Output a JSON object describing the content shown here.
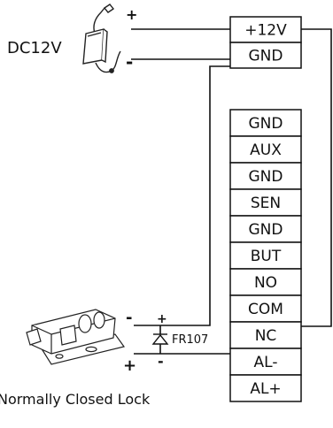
{
  "power": {
    "label": "DC12V",
    "plus": "+",
    "minus": "-"
  },
  "power_terminals": [
    "+12V",
    "GND"
  ],
  "controller_terminals": [
    "GND",
    "AUX",
    "GND",
    "SEN",
    "GND",
    "BUT",
    "NO",
    "COM",
    "NC",
    "AL-",
    "AL+"
  ],
  "diode": {
    "label": "FR107",
    "plus": "+",
    "minus": "-"
  },
  "lock": {
    "label": "Normally Closed Lock",
    "minus": "-",
    "plus": "+"
  }
}
